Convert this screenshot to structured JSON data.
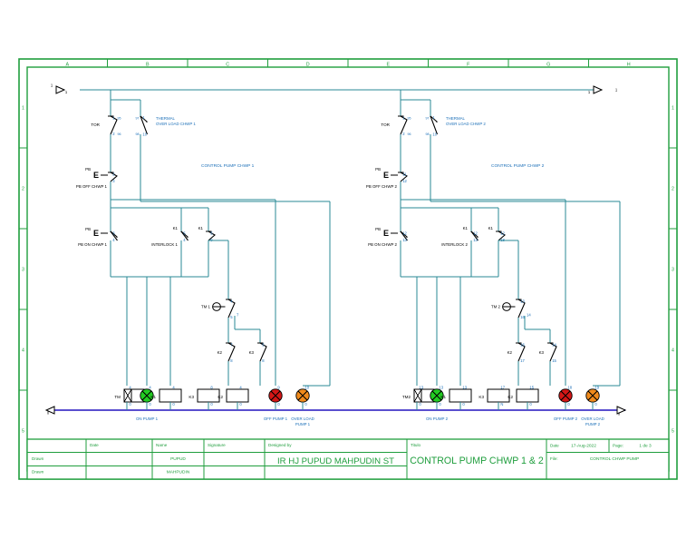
{
  "document": {
    "sheet_title": "CONTROL PUMP CHWP 1 & 2",
    "designer": "IR HJ PUPUD MAHPUDIN ST",
    "date": "17-Aug-2022",
    "page": "1 de 3",
    "file": "CONTROL CHWP PUMP",
    "frame_color": "#1f9e3d",
    "wire_color": "#2a8a96",
    "rail_color": "#5a4fcf",
    "text_color": "#1b6fb8"
  },
  "frame": {
    "columns": [
      "A",
      "B",
      "C",
      "D",
      "E",
      "F",
      "G",
      "H"
    ],
    "rows": [
      "1",
      "2",
      "3",
      "4",
      "5"
    ]
  },
  "titleblock": {
    "headers": {
      "date": "Date",
      "name": "Name",
      "signature": "Signature",
      "designed_by": "Designed by",
      "titulo": "Titulo",
      "date2": "Date",
      "page": "Page:",
      "file": "File:"
    },
    "rows": [
      {
        "role": "Drawn",
        "date": "",
        "name": "PUPUD",
        "signature": ""
      },
      {
        "role": "Drawn",
        "date": "",
        "name": "MAHPUDIN",
        "signature": ""
      }
    ]
  },
  "circuits": [
    {
      "id": "chwp1",
      "title": "CONTROL PUMP CHWP 1",
      "tor_label": "TOR",
      "thermal_label_line1": "THERMAL",
      "thermal_label_line2": "OVER LOAD CHWP 1",
      "terminal_in": "1",
      "tor_contact": {
        "top_num": "1",
        "top_code": "95",
        "bot_num": "2",
        "bot_code": "96"
      },
      "thermal_contact": {
        "top_code": "97",
        "top_num": "1",
        "bot_code": "98",
        "bot_num": "10"
      },
      "pb_off": {
        "label_top": "PB",
        "label_bottom": "PB OFF CHWP 1",
        "top_num": "2",
        "bot_num": "3"
      },
      "pb_on": {
        "label_top": "PB",
        "label_bottom": "PB ON CHWP 1",
        "top_num": "3",
        "bot_num": "4"
      },
      "interlock": {
        "label": "K1",
        "sub": "INTERLOCK 1",
        "top_num": "5",
        "bot_num": "4"
      },
      "k1_aux": {
        "label": "K1",
        "top_num": "5",
        "bot_num": "9"
      },
      "timer": {
        "label": "TM 1",
        "top_num": "4",
        "bot_num": "5",
        "tap_num": "7"
      },
      "k2_contact": {
        "label": "K2",
        "top_num": "7",
        "bot_num": "8"
      },
      "k3_contact": {
        "label": "K3",
        "top_num": "5",
        "bot_num": "8"
      },
      "devices": [
        {
          "kind": "timer-coil",
          "label": "TM",
          "top_num": "4",
          "bot_num": "0",
          "caption": ""
        },
        {
          "kind": "lamp",
          "color": "#22cc22",
          "top_num": "4",
          "bot_num": "0",
          "caption": "ON PUMP 1"
        },
        {
          "kind": "coil",
          "label": "K1",
          "top_num": "4",
          "bot_num": "0",
          "caption": ""
        },
        {
          "kind": "coil",
          "label": "K3",
          "top_num": "8",
          "bot_num": "0",
          "caption": ""
        },
        {
          "kind": "coil",
          "label": "K2",
          "top_num": "4",
          "bot_num": "0",
          "caption": ""
        },
        {
          "kind": "lamp",
          "color": "#d41616",
          "top_num": "9",
          "bot_num": "0",
          "caption": "OFF PUMP 1"
        },
        {
          "kind": "lamp",
          "color": "#f08a1c",
          "top_num": "10",
          "bot_num": "0",
          "caption": "OVER LOAD PUMP 1"
        }
      ]
    },
    {
      "id": "chwp2",
      "title": "CONTROL PUMP CHWP 2",
      "tor_label": "TOR",
      "thermal_label_line1": "THERMAL",
      "thermal_label_line2": "OVER LOAD CHWP 2",
      "terminal_out": "0",
      "tor_contact": {
        "top_num": "1",
        "top_code": "95",
        "bot_num": "2",
        "bot_code": "96"
      },
      "thermal_contact": {
        "top_code": "97",
        "top_num": "1",
        "bot_code": "98",
        "bot_num": "10"
      },
      "pb_off": {
        "label_top": "PB",
        "label_bottom": "PB OFF CHWP 2",
        "top_num": "11",
        "bot_num": "12"
      },
      "pb_on": {
        "label_top": "PB",
        "label_bottom": "PB ON CHWP 2",
        "top_num": "12",
        "bot_num": "13"
      },
      "interlock": {
        "label": "K1",
        "sub": "INTERLOCK 2",
        "top_num": "12",
        "bot_num": "13"
      },
      "k1_aux": {
        "label": "K1",
        "top_num": "12",
        "bot_num": "18"
      },
      "timer": {
        "label": "TM 2",
        "top_num": "13",
        "bot_num": "16",
        "tap_num": "14"
      },
      "k2_contact": {
        "label": "K2",
        "top_num": "16",
        "bot_num": "17"
      },
      "k3_contact": {
        "label": "K3",
        "top_num": "14",
        "bot_num": "15"
      },
      "devices": [
        {
          "kind": "timer-coil",
          "label": "TM2",
          "top_num": "13",
          "bot_num": "0",
          "caption": ""
        },
        {
          "kind": "lamp",
          "color": "#22cc22",
          "top_num": "13",
          "bot_num": "0",
          "caption": "ON PUMP 2"
        },
        {
          "kind": "coil",
          "label": "K1",
          "top_num": "13",
          "bot_num": "0",
          "caption": ""
        },
        {
          "kind": "coil",
          "label": "K3",
          "top_num": "17",
          "bot_num": "N",
          "caption": ""
        },
        {
          "kind": "coil",
          "label": "K2",
          "top_num": "15",
          "bot_num": "0",
          "caption": ""
        },
        {
          "kind": "lamp",
          "color": "#d41616",
          "top_num": "18",
          "bot_num": "0",
          "caption": "OFF PUMP 2"
        },
        {
          "kind": "lamp",
          "color": "#f08a1c",
          "top_num": "19",
          "bot_num": "0",
          "caption": "OVER LOAD PUMP 2"
        }
      ]
    }
  ],
  "rail": {
    "left_terminal": "0",
    "right_terminal": "0"
  }
}
